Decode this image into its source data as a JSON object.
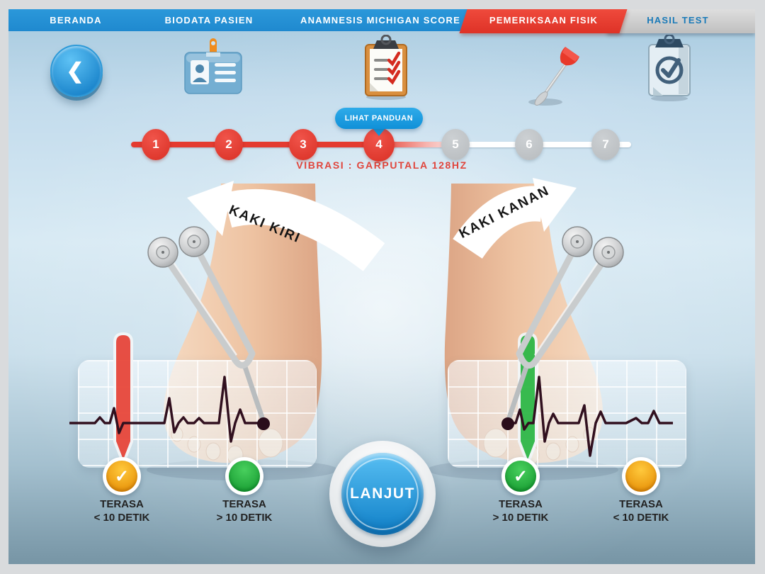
{
  "nav": {
    "tabs": [
      {
        "label": "BERANDA",
        "state": "default"
      },
      {
        "label": "BIODATA PASIEN",
        "state": "default"
      },
      {
        "label": "ANAMNESIS MICHIGAN SCORE",
        "state": "default"
      },
      {
        "label": "PEMERIKSAAN FISIK",
        "state": "active"
      },
      {
        "label": "HASIL TEST",
        "state": "upcoming"
      }
    ]
  },
  "toolbar": {
    "icons": {
      "back": "chevron-left",
      "biodata": "id-card",
      "anamnesis": "checklist-clipboard",
      "pemeriksaan_fisik": "reflex-hammer",
      "hasil_test": "clipboard-check"
    }
  },
  "guide_button": {
    "label": "LIHAT PANDUAN"
  },
  "stepper": {
    "steps": [
      "1",
      "2",
      "3",
      "4",
      "5",
      "6",
      "7"
    ],
    "active_step": "4",
    "caption": "VIBRASI : GARPUTALA 128HZ"
  },
  "left_section": {
    "banner": "KAKI KIRI",
    "options": [
      {
        "line1": "TERASA",
        "line2": "< 10 DETIK",
        "color": "#f2a51c",
        "checked": true
      },
      {
        "line1": "TERASA",
        "line2": "> 10 DETIK",
        "color": "#2eb84c",
        "checked": false
      }
    ]
  },
  "right_section": {
    "banner": "KAKI KANAN",
    "options": [
      {
        "line1": "TERASA",
        "line2": "> 10 DETIK",
        "color": "#2eb84c",
        "checked": true
      },
      {
        "line1": "TERASA",
        "line2": "< 10 DETIK",
        "color": "#f2a51c",
        "checked": false
      }
    ]
  },
  "continue_button": {
    "label": "LANJUT"
  },
  "glyphs": {
    "check": "✓",
    "chevron_left": "❮"
  },
  "colors": {
    "nav_blue": "#2191d6",
    "active_tab_red": "#e6392e",
    "upcoming_tab_text": "#1a7ab8",
    "caption_red": "#e0453c",
    "green": "#2eb84c",
    "orange": "#f2a51c",
    "button_blue": "#1f8fd4"
  }
}
